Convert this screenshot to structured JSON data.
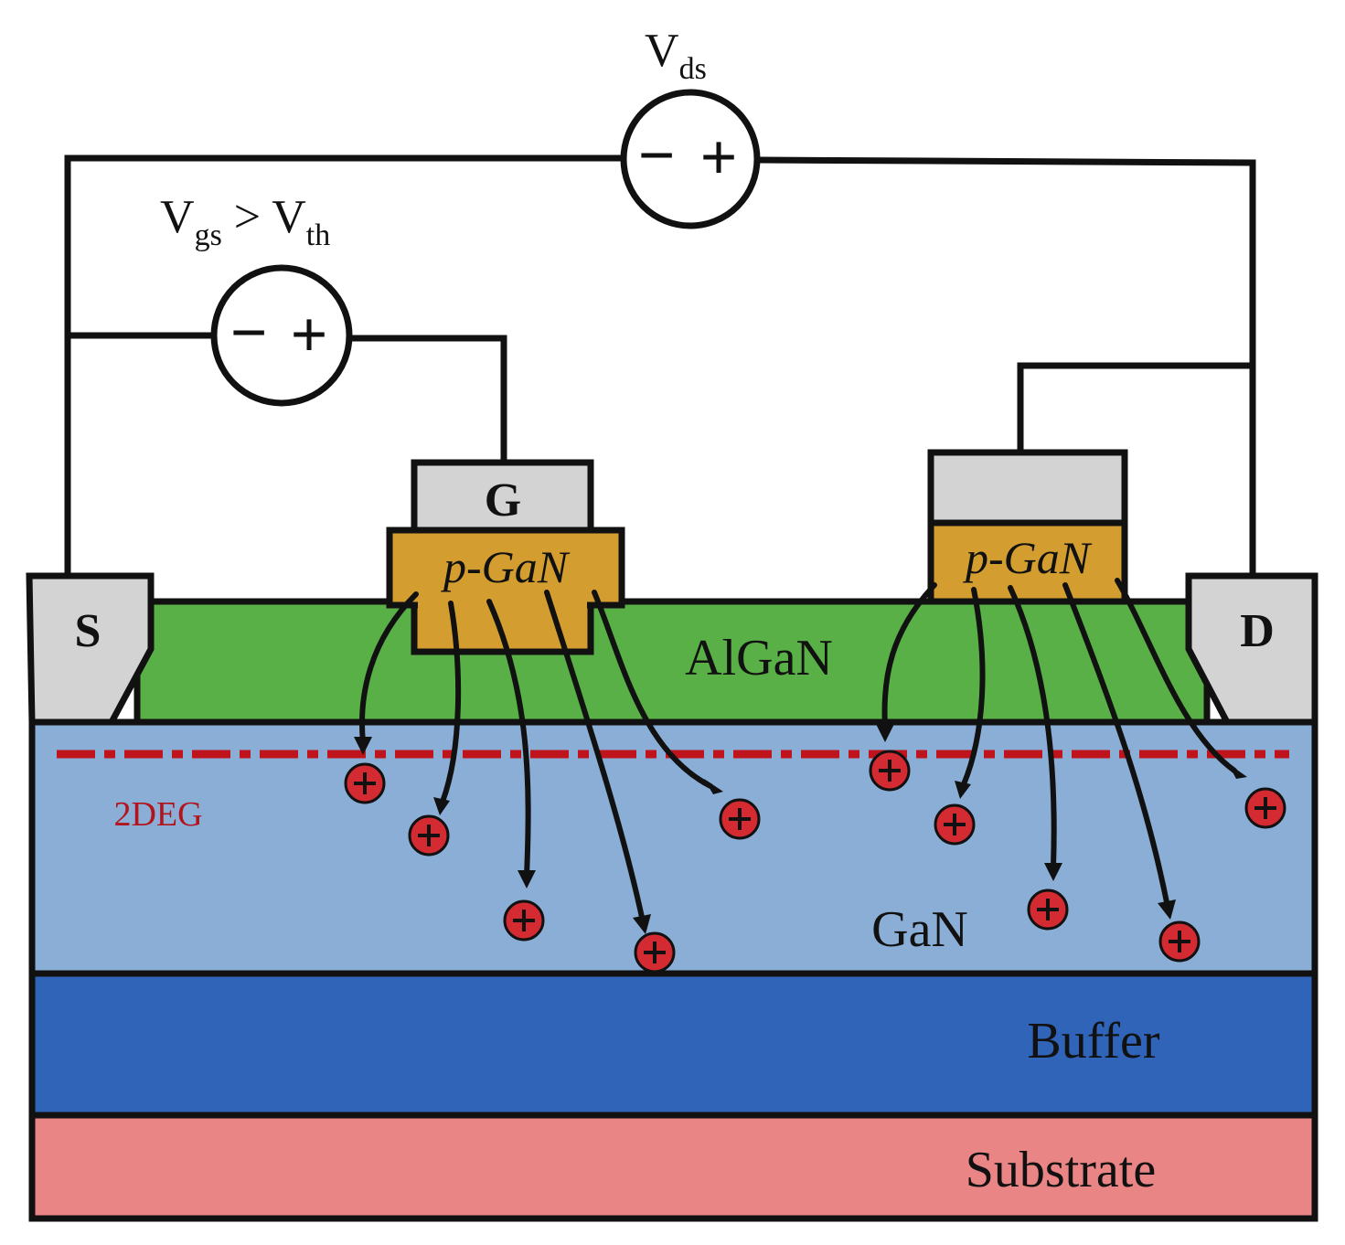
{
  "layers": {
    "substrate": {
      "label": "Substrate",
      "color": "#ea8585"
    },
    "buffer": {
      "label": "Buffer",
      "color": "#2f64b8"
    },
    "gan": {
      "label": "GaN",
      "color": "#8aaed6"
    },
    "algan": {
      "label": "AlGaN",
      "color": "#59b046"
    },
    "twodeg": {
      "label": "2DEG",
      "color": "#c0141c"
    }
  },
  "contacts": {
    "source": {
      "label": "S"
    },
    "drain": {
      "label": "D"
    },
    "gate": {
      "label": "G"
    },
    "contact_color": "#d3d3d3"
  },
  "pgan": {
    "gate_label": "p-GaN",
    "drain_label": "p-GaN",
    "color": "#d39e2f"
  },
  "sources": {
    "vds": {
      "symbol": "V",
      "subscript": "ds",
      "minus": "−",
      "plus": "+"
    },
    "vgs": {
      "symbol": "V",
      "subscript": "gs",
      "relation": " > ",
      "symbol2": "V",
      "subscript2": "th",
      "minus": "−",
      "plus": "+"
    }
  },
  "holes": {
    "symbol": "+",
    "color": "#d42a32"
  }
}
